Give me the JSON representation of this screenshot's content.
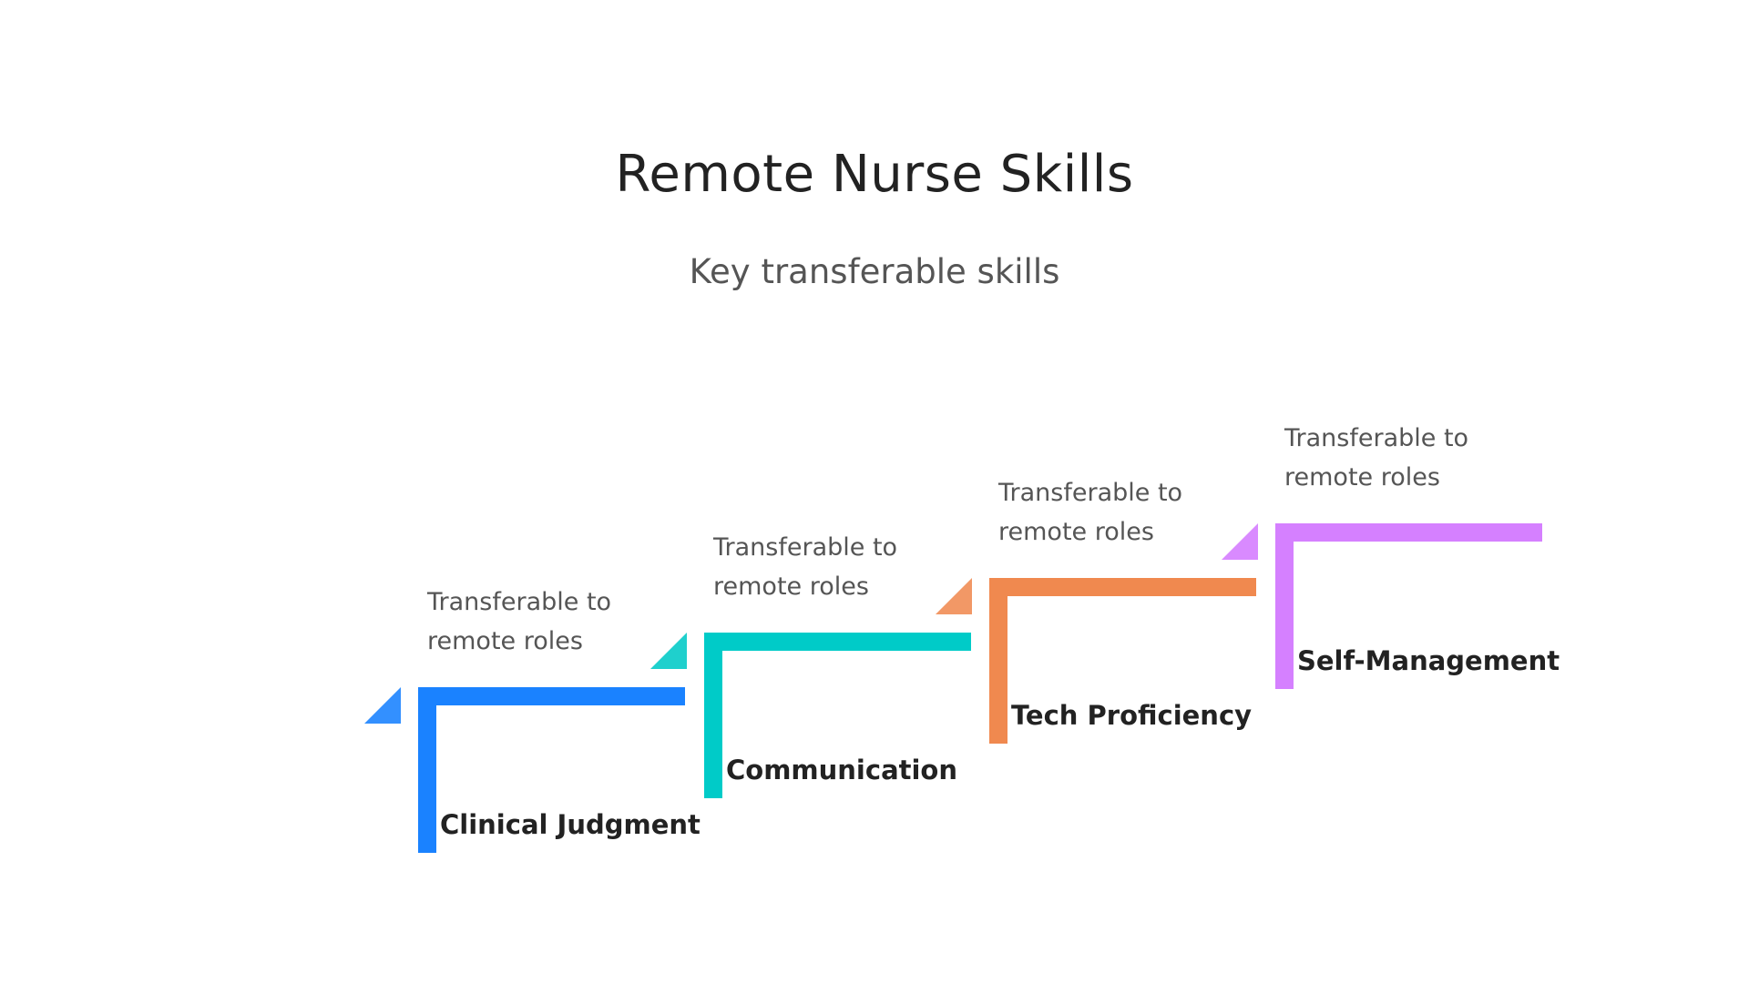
{
  "header": {
    "title": "Remote Nurse Skills",
    "subtitle": "Key transferable skills"
  },
  "steps": [
    {
      "label": "Clinical Judgment",
      "description_line1": "Transferable to",
      "description_line2": "remote roles",
      "color": "#1a82ff",
      "accent": "#3390ff"
    },
    {
      "label": "Communication",
      "description_line1": "Transferable to",
      "description_line2": "remote roles",
      "color": "#00cbc8",
      "accent": "#1fd0cd"
    },
    {
      "label": "Tech Proficiency",
      "description_line1": "Transferable to",
      "description_line2": "remote roles",
      "color": "#f0894f",
      "accent": "#f29866"
    },
    {
      "label": "Self-Management",
      "description_line1": "Transferable to",
      "description_line2": "remote roles",
      "color": "#d580ff",
      "accent": "#d98aff"
    }
  ]
}
